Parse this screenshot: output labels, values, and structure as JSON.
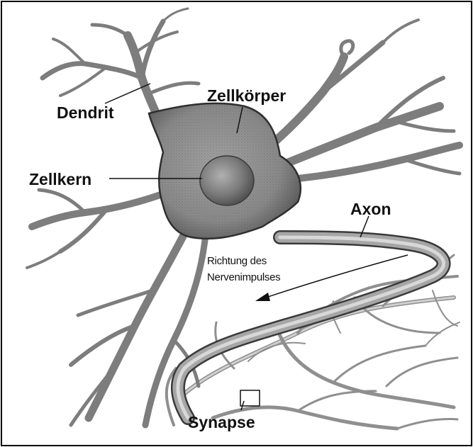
{
  "labels": {
    "dendrit": "Dendrit",
    "zellkoerper": "Zellkörper",
    "zellkern": "Zellkern",
    "axon": "Axon",
    "richtung_line1": "Richtung des",
    "richtung_line2": "Nervenimpulses",
    "synapse": "Synapse"
  },
  "colors": {
    "frame": "#000000",
    "cell_fill": "#8c8c8c",
    "cell_edge": "#2e2e2e",
    "nucleus": "#6f6f6f",
    "fiber": "#9a9a9a",
    "text": "#111111"
  }
}
